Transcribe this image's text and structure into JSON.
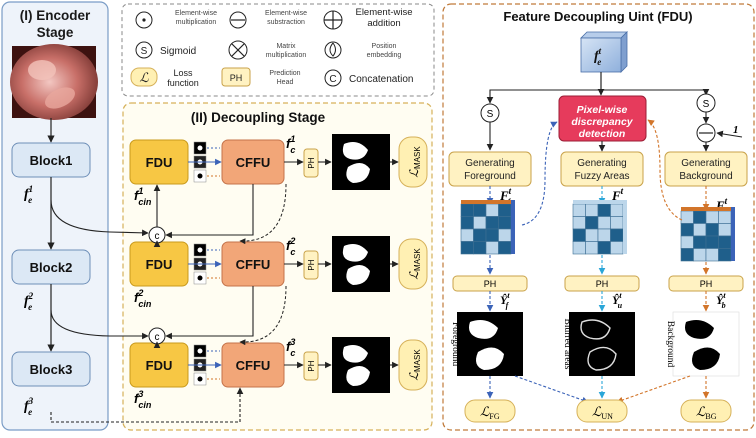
{
  "encoder": {
    "title_line1": "(I) Encoder",
    "title_line2": "Stage",
    "blocks": [
      "Block1",
      "Block2",
      "Block3"
    ],
    "features": [
      "f",
      "f",
      "f"
    ],
    "feature_sup": [
      "1",
      "2",
      "3"
    ],
    "feature_sub": "e",
    "feature_sup_last": "3"
  },
  "legend": {
    "items": [
      {
        "symbol": "•",
        "label": "Element-wise multiplication"
      },
      {
        "symbol": "−",
        "label": "Element-wise substraction"
      },
      {
        "symbol": "+",
        "label": "Element-wise addition"
      },
      {
        "symbol": "S",
        "label": "Sigmoid"
      },
      {
        "symbol": "×",
        "label": "Matrix multiplication"
      },
      {
        "symbol": "",
        "label": "Position embedding"
      },
      {
        "symbol": "ℒ",
        "label": "Loss function"
      },
      {
        "symbol": "PH",
        "label": "Prediction Head"
      },
      {
        "symbol": "C",
        "label": "Concatenation"
      }
    ]
  },
  "decoupling": {
    "title": "(II) Decoupling Stage",
    "fdu_label": "FDU",
    "cffu_label": "CFFU",
    "ph_label": "PH",
    "concat_symbol": "c",
    "fc": "f",
    "fc_sub": "c",
    "fcin": "f",
    "fcin_sub": "cin",
    "levels": [
      "1",
      "2",
      "3"
    ],
    "loss_symbol": "ℒ",
    "loss_sub": "MASK"
  },
  "fdu_panel": {
    "title": "Feature Decoupling Uint (FDU)",
    "input_f": "f",
    "input_sup": "t",
    "input_sub": "e",
    "sigmoid": "S",
    "pixel_box_line1": "Pixel-wise",
    "pixel_box_line2": "discrepancy",
    "pixel_box_line3": "detection",
    "one_label": "1",
    "gen_fg_line1": "Generating",
    "gen_fg_line2": "Foreground",
    "gen_fuzzy_line1": "Generating",
    "gen_fuzzy_line2": "Fuzzy Areas",
    "gen_bg_line1": "Generating",
    "gen_bg_line2": "Background",
    "F": "F",
    "F_sup": "t",
    "F_subs": [
      "f",
      "u",
      "b"
    ],
    "Y": "Ŷ",
    "Y_sup": "t",
    "Y_subs": [
      "f",
      "u",
      "b"
    ],
    "ph_label": "PH",
    "vertical_labels": [
      "Foreground",
      "Blurred areas",
      "Background"
    ],
    "losses": [
      {
        "sym": "ℒ",
        "sub": "FG"
      },
      {
        "sym": "ℒ",
        "sub": "UN"
      },
      {
        "sym": "ℒ",
        "sub": "BG"
      }
    ]
  },
  "colors": {
    "encoder_bg": "#eef3fa",
    "encoder_border": "#7a9cc6",
    "block_fill": "#dce8f5",
    "block_border": "#6e8fb8",
    "decoupling_bg": "#fffdf2",
    "decoupling_border": "#d6b15a",
    "fdu_fill": "#f7c744",
    "cffu_fill": "#f2a678",
    "ph_fill": "#fff2c2",
    "loss_fill": "#fff0b3",
    "fdu_panel_border": "#c07a3a",
    "pixel_box_fill": "#e63b5c",
    "gen_box_fill": "#fff2c2",
    "arrow_blue": "#3b63b8",
    "arrow_cyan": "#2aa6d8",
    "arrow_orange": "#d2752a",
    "grid_dark": "#1f5f8b",
    "grid_light": "#bcd6ea"
  }
}
